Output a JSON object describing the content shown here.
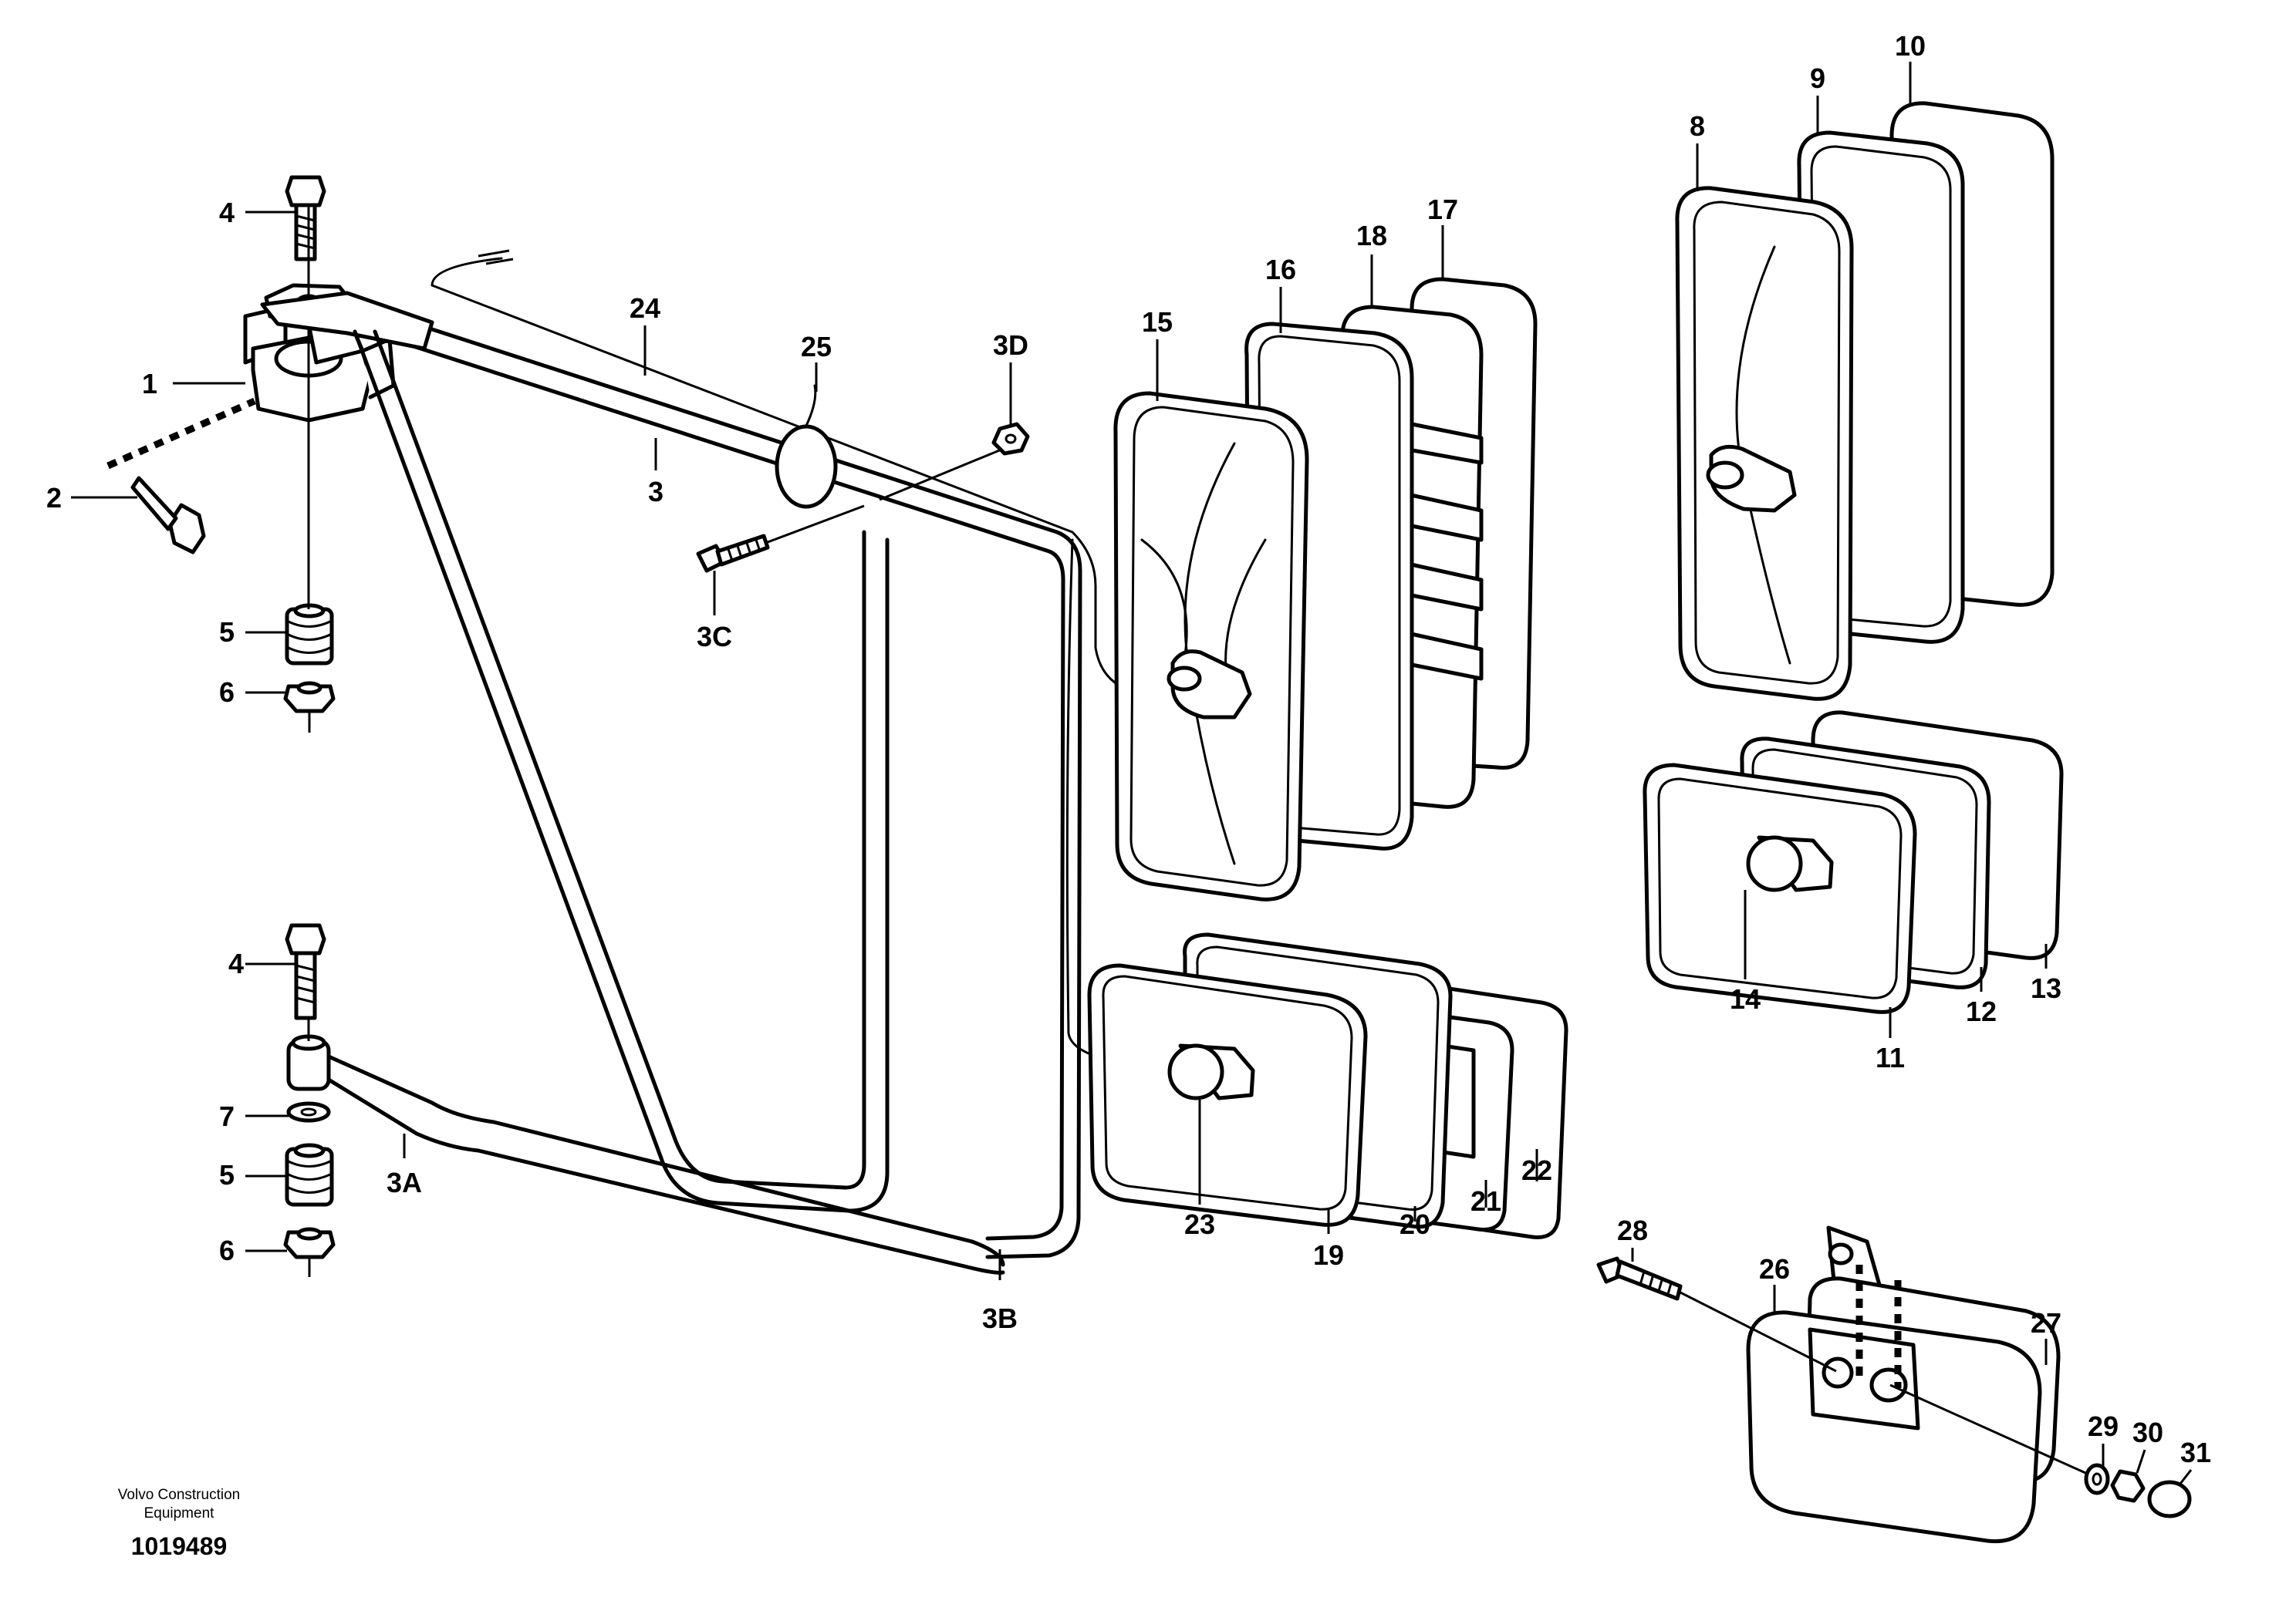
{
  "callouts": {
    "c1": "1",
    "c2": "2",
    "c3": "3",
    "c3a": "3A",
    "c3b": "3B",
    "c3c": "3C",
    "c3d": "3D",
    "c4_top": "4",
    "c4_bottom": "4",
    "c5_top": "5",
    "c5_bottom": "5",
    "c6_top": "6",
    "c6_bottom": "6",
    "c7": "7",
    "c8": "8",
    "c9": "9",
    "c10": "10",
    "c11": "11",
    "c12": "12",
    "c13": "13",
    "c14": "14",
    "c15": "15",
    "c16": "16",
    "c17": "17",
    "c18": "18",
    "c19": "19",
    "c20": "20",
    "c21": "21",
    "c22": "22",
    "c23": "23",
    "c24": "24",
    "c25": "25",
    "c26": "26",
    "c27": "27",
    "c28": "28",
    "c29": "29",
    "c30": "30",
    "c31": "31"
  },
  "footer": {
    "brand_line1": "Volvo Construction",
    "brand_line2": "Equipment",
    "drawing_number": "1019489"
  }
}
